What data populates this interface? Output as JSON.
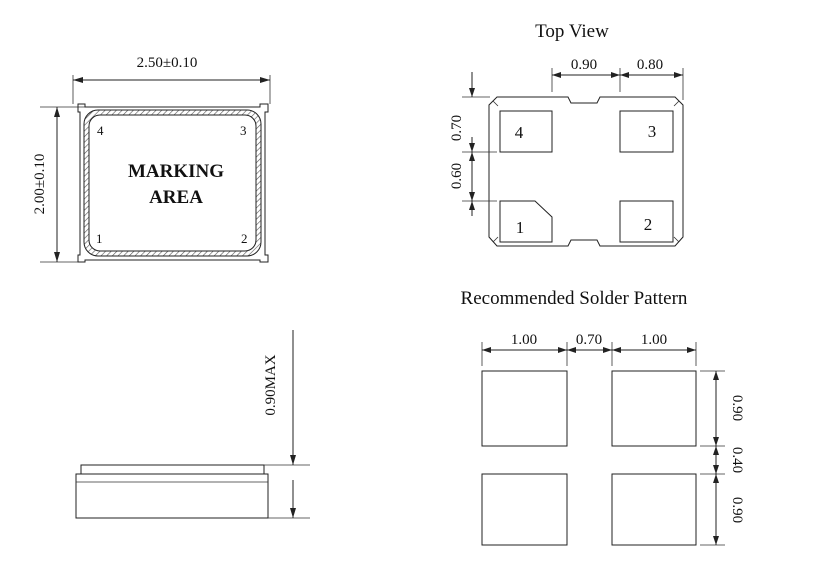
{
  "marking_view": {
    "width_dim": "2.50±0.10",
    "height_dim": "2.00±0.10",
    "marking_line1": "MARKING",
    "marking_line2": "AREA",
    "pin_labels": [
      "1",
      "2",
      "3",
      "4"
    ]
  },
  "side_view": {
    "height_dim": "0.90MAX"
  },
  "top_view": {
    "title": "Top View",
    "dim_gap": "0.90",
    "dim_pad_width": "0.80",
    "dim_pad_height": "0.70",
    "dim_pad_gap": "0.60",
    "pin_labels": [
      "1",
      "2",
      "3",
      "4"
    ]
  },
  "solder_pattern": {
    "title": "Recommended Solder Pattern",
    "dim_pad_w1": "1.00",
    "dim_gap_w": "0.70",
    "dim_pad_w2": "1.00",
    "dim_pad_h1": "0.90",
    "dim_gap_h": "0.40",
    "dim_pad_h2": "0.90"
  },
  "colors": {
    "line": "#222222",
    "hatch": "#555555"
  }
}
